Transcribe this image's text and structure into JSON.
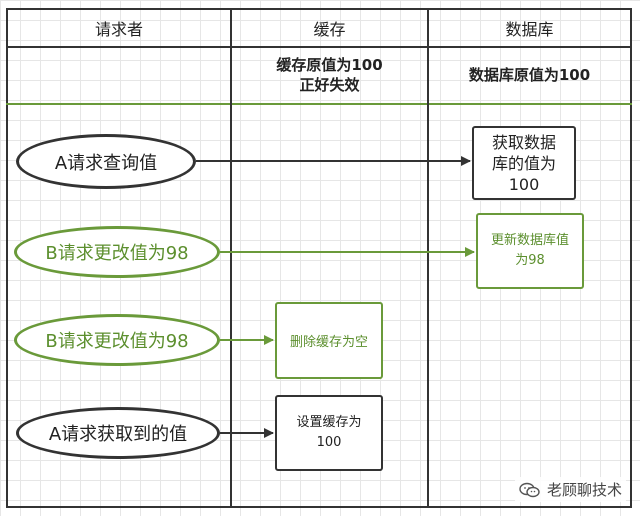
{
  "columns": {
    "requester": "请求者",
    "cache": "缓存",
    "database": "数据库"
  },
  "subheaders": {
    "cache": "缓存原值为100\n正好失效",
    "database": "数据库原值为100"
  },
  "rows": [
    {
      "ellipse": "A请求查询值",
      "box": "获取数据\n库的值为\n100"
    },
    {
      "ellipse": "B请求更改值为98",
      "box": "更新数据库值\n为98"
    },
    {
      "ellipse": "B请求更改值为98",
      "box": "删除缓存为空"
    },
    {
      "ellipse": "A请求获取到的值",
      "box": "设置缓存为\n100"
    }
  ],
  "colors": {
    "line": "#333333",
    "green": "#6a9a3a",
    "divider": "#6a9a3a"
  },
  "watermark": {
    "icon": "wechat-icon",
    "text": "老顾聊技术"
  }
}
